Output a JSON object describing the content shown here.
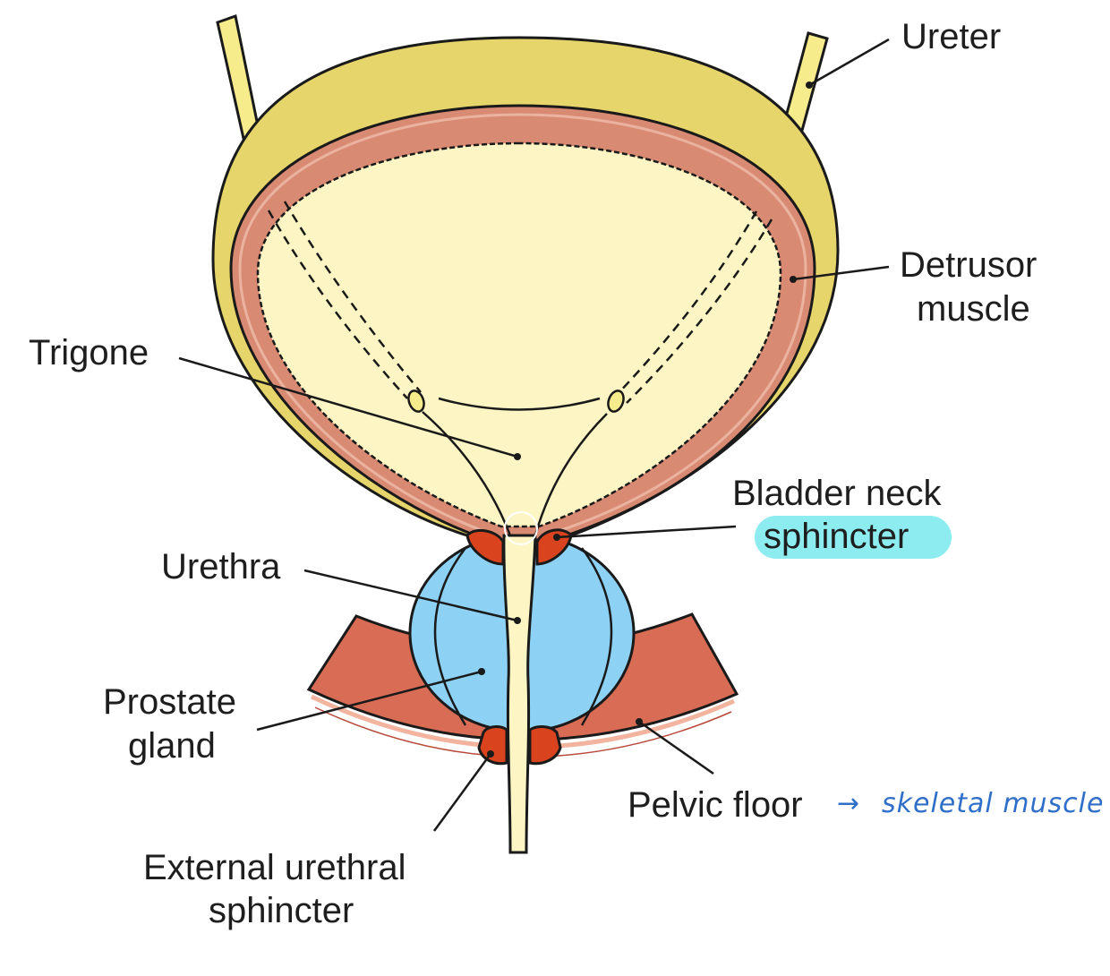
{
  "labels": {
    "ureter": "Ureter",
    "detrusor_line1": "Detrusor",
    "detrusor_line2": "muscle",
    "trigone": "Trigone",
    "bladder_neck_line1": "Bladder neck",
    "bladder_neck_line2": "sphincter",
    "urethra": "Urethra",
    "prostate_line1": "Prostate",
    "prostate_line2": "gland",
    "pelvic_floor": "Pelvic floor",
    "external_line1": "External urethral",
    "external_line2": "sphincter"
  },
  "annotation": {
    "arrow": "→",
    "text": "skeletal muscle"
  },
  "colors": {
    "outer_wall": "#e6d56a",
    "muscle": "#d98a73",
    "lumen": "#fdf6c4",
    "ureter": "#f6ec8c",
    "prostate": "#8dd2f5",
    "pelvic_floor": "#d96c55",
    "sphincter": "#d9441f",
    "highlight": "#8cecf0",
    "annotation": "#2f6fc8"
  }
}
